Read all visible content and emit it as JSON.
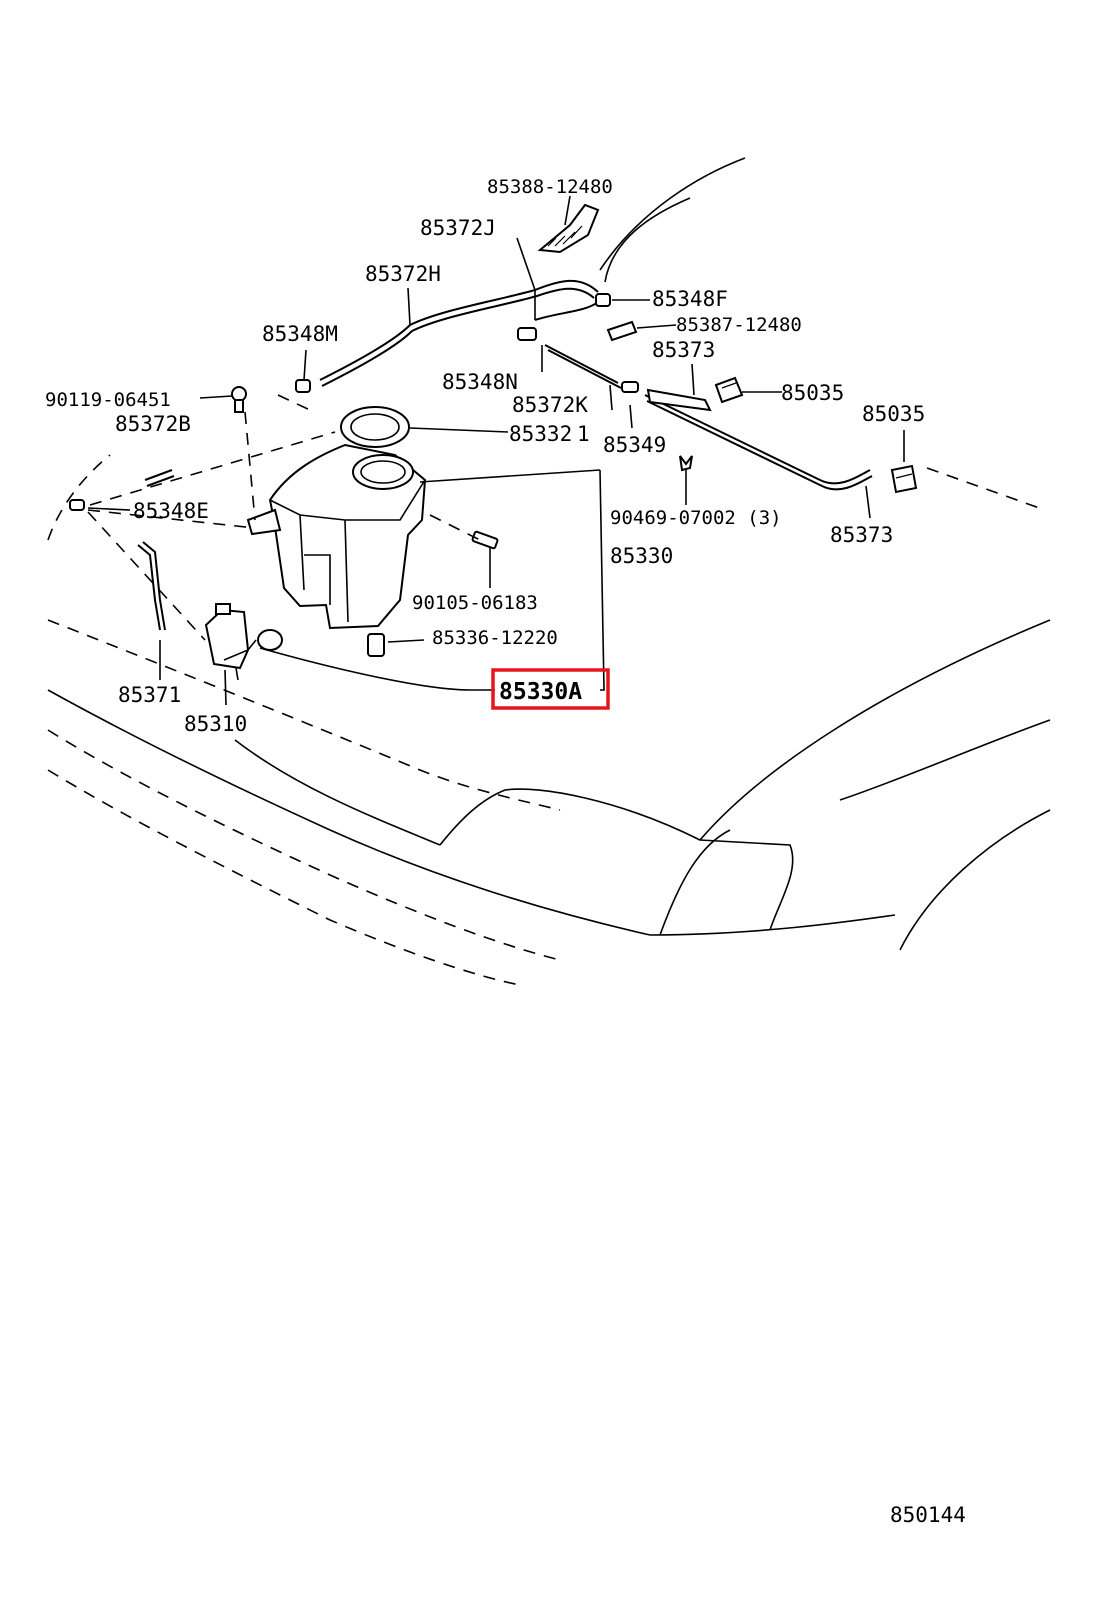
{
  "diagram": {
    "highlight_color": "#e8141c",
    "labels": {
      "p85388": "85388-12480",
      "p85372J": "85372J",
      "p85372H": "85372H",
      "p85348F": "85348F",
      "p85387": "85387-12480",
      "p85348M": "85348M",
      "p85373a": "85373",
      "p85348N": "85348N",
      "p85035a": "85035",
      "p90119": "90119-06451",
      "p85372K": "85372K",
      "p85035b": "85035",
      "p85372B": "85372B",
      "p85332": "85332",
      "p85321": "1",
      "p85349": "85349",
      "p85348E": "85348E",
      "p90469": "90469-07002 (3)",
      "p85373b": "85373",
      "p85330": "85330",
      "p90105": "90105-06183",
      "p85336": "85336-12220",
      "p85330A": "85330A",
      "p85371": "85371",
      "p85310": "85310",
      "drawing_no": "850144"
    }
  }
}
